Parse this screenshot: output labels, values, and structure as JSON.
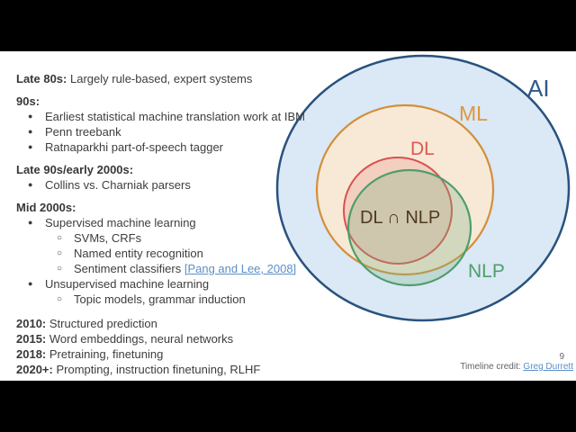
{
  "slide": {
    "timeline": [
      {
        "kind": "heading-inline",
        "bold": "Late 80s:",
        "text": "Largely rule-based, expert systems"
      },
      {
        "kind": "heading",
        "bold": "90s:"
      },
      {
        "kind": "bullet",
        "text": "Earliest statistical machine translation work at IBM"
      },
      {
        "kind": "bullet",
        "text": "Penn treebank"
      },
      {
        "kind": "bullet",
        "text": "Ratnaparkhi part-of-speech tagger"
      },
      {
        "kind": "heading",
        "bold": "Late 90s/early 2000s:"
      },
      {
        "kind": "bullet",
        "text": "Collins vs. Charniak parsers"
      },
      {
        "kind": "heading",
        "bold": "Mid 2000s:"
      },
      {
        "kind": "bullet",
        "text": "Supervised machine learning"
      },
      {
        "kind": "sub",
        "text": "SVMs, CRFs"
      },
      {
        "kind": "sub",
        "text": "Named entity recognition"
      },
      {
        "kind": "sub",
        "text": "Sentiment classifiers ",
        "link": "[Pang and Lee, 2008]"
      },
      {
        "kind": "bullet",
        "text": "Unsupervised machine learning"
      },
      {
        "kind": "sub",
        "text": "Topic models, grammar induction"
      },
      {
        "kind": "year",
        "bold": "2010:",
        "text": "Structured prediction"
      },
      {
        "kind": "year",
        "bold": "2015:",
        "text": "Word embeddings, neural networks"
      },
      {
        "kind": "year",
        "bold": "2018:",
        "text": "Pretraining, finetuning"
      },
      {
        "kind": "year",
        "bold": "2020+:",
        "text": "Prompting, instruction finetuning, RLHF"
      }
    ],
    "icons": {
      "bullet": "●",
      "sub_bullet": "○"
    },
    "venn": {
      "relationships": "AI contains ML; ML contains DL; NLP inside AI, overlapping DL and extending below ML",
      "sets": [
        {
          "id": "ai",
          "label": "AI",
          "stroke": "#29527e",
          "fill": "#dbe8f6",
          "label_color": "#30588a"
        },
        {
          "id": "ml",
          "label": "ML",
          "stroke": "#d28f3c",
          "fill": "#f8e9d7",
          "label_color": "#dd973d"
        },
        {
          "id": "dl",
          "label": "DL",
          "stroke": "#d9514e",
          "fill": "rgba(224,106,100,0.20)",
          "label_color": "#dd5955"
        },
        {
          "id": "nlp",
          "label": "NLP",
          "stroke": "#4d9e6b",
          "fill": "rgba(122,179,128,0.30)",
          "label_color": "#4ea06b"
        }
      ],
      "intersection_label": {
        "text": "DL ∩ NLP",
        "color": "#4e3a20"
      }
    },
    "footer": {
      "page_number": "9",
      "credit_prefix": "Timeline credit: ",
      "credit_link_text": "Greg Durrett"
    }
  }
}
